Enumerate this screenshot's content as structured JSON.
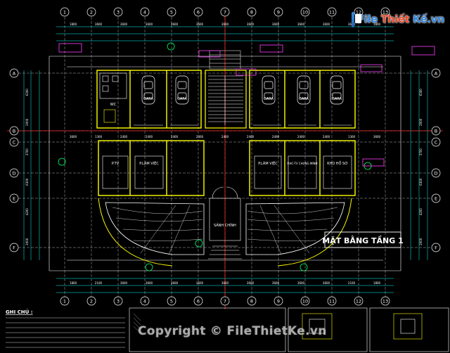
{
  "title": "MẶT BẰNG TẦNG 1",
  "logo": {
    "part1": "File",
    "part2": "Thiết",
    "part3": "Kế",
    "suffix": ".vn"
  },
  "copyright": "Copyright © FileThietKe.vn",
  "notes_title": "GHI CHÚ :",
  "rooms": {
    "top_left": "WC",
    "garage_a": "GARA",
    "garage_b": "GARA",
    "garage_c": "GARA",
    "garage_d": "GARA",
    "garage_e": "GARA",
    "p_tv": "P.TV",
    "p_lv1": "P.LÀM VIỆC",
    "p_lv2": "P.LÀM VIỆC",
    "p_ch": "P.HC-TV CHUNG MINH",
    "p_kho": "KHO HỒ SƠ",
    "lobby": "SẢNH CHÍNH"
  },
  "axes_top": [
    "1",
    "2",
    "3",
    "4",
    "5",
    "6",
    "7",
    "8",
    "9",
    "10",
    "11",
    "12",
    "13"
  ],
  "axes_side": [
    "A",
    "B",
    "C",
    "D",
    "E",
    "F"
  ],
  "dims_top": [
    "1800",
    "3600",
    "3600",
    "3600",
    "3600",
    "3600",
    "3600",
    "3600",
    "3600",
    "3600",
    "3600",
    "3600",
    "1800"
  ],
  "dims_mid": [
    "3600",
    "1300",
    "2400",
    "2400",
    "2400",
    "2400",
    "2400",
    "2400",
    "2400",
    "2400",
    "2400",
    "1300",
    "3600"
  ],
  "dims_bottom": [
    "1800",
    "2100",
    "3600",
    "3600",
    "3600",
    "3600",
    "3600",
    "3600",
    "3600",
    "3600",
    "3600",
    "2100",
    "1800"
  ],
  "dims_side": [
    "6300",
    "2000",
    "3700",
    "6300",
    "4200",
    "2000"
  ],
  "colors": {
    "bg": "#000000",
    "wall": "#ffff00",
    "axis": "#ff2a2a",
    "dim": "#00ffff",
    "line": "#ffffff",
    "green": "#00ff66",
    "magenta": "#ff40ff"
  }
}
